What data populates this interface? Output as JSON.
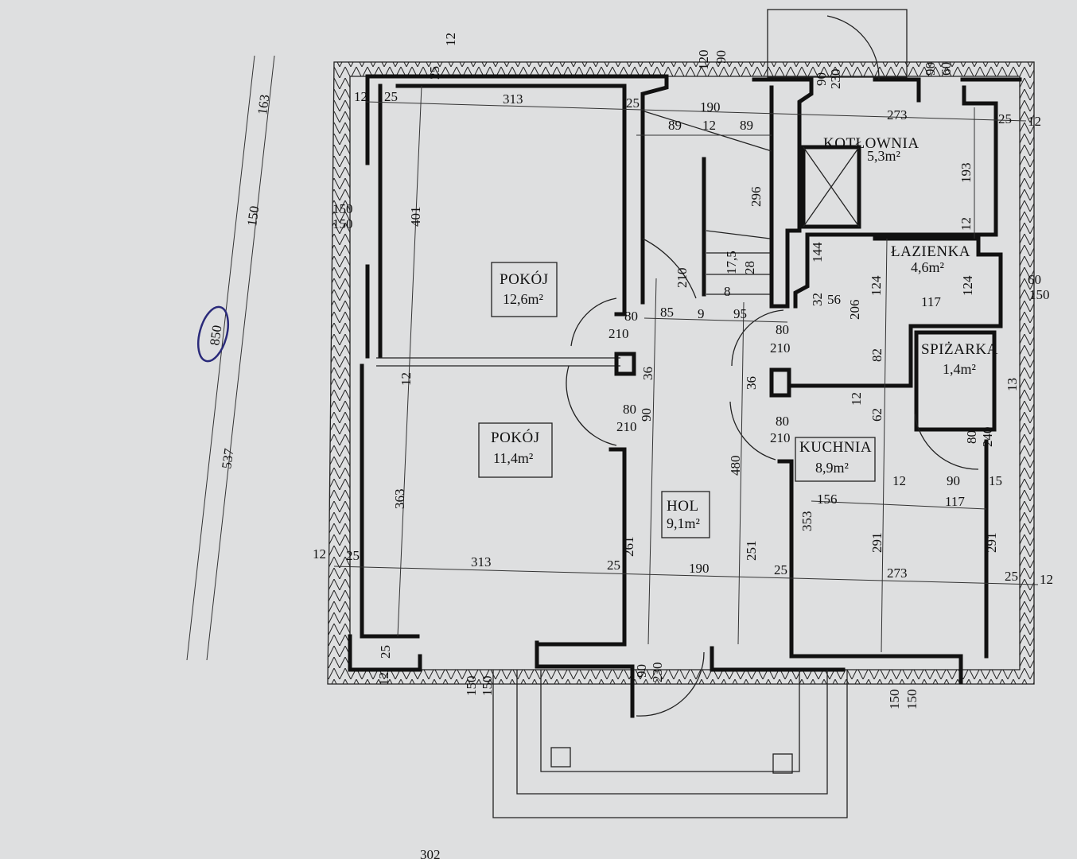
{
  "colors": {
    "paper": "#dedfe0",
    "ink": "#111111",
    "annotation_circle": "#2a2a7a"
  },
  "rooms": [
    {
      "name": "POKÓJ",
      "area": "12,6m²"
    },
    {
      "name": "POKÓJ",
      "area": "11,4m²"
    },
    {
      "name": "HOL",
      "area": "9,1m²"
    },
    {
      "name": "KOTŁOWNIA",
      "area": "5,3m²"
    },
    {
      "name": "ŁAZIENKA",
      "area": "4,6m²"
    },
    {
      "name": "SPIŻARKA",
      "area": "1,4m²"
    },
    {
      "name": "KUCHNIA",
      "area": "8,9m²"
    }
  ],
  "left_dimensions": [
    "163",
    "150",
    "850",
    "537"
  ],
  "bottom_partial": "302",
  "dimensions": [
    "12",
    "25",
    "120",
    "90",
    "313",
    "190",
    "89",
    "12",
    "89",
    "25",
    "12",
    "25",
    "273",
    "25",
    "12",
    "90",
    "230",
    "90",
    "60",
    "401",
    "150",
    "150",
    "296",
    "193",
    "12",
    "144",
    "124",
    "124",
    "206",
    "117",
    "60",
    "150",
    "210",
    "17,5",
    "28",
    "80",
    "210",
    "85",
    "95",
    "80",
    "210",
    "36",
    "36",
    "12",
    "82",
    "12",
    "62",
    "80",
    "210",
    "90",
    "80",
    "210",
    "80",
    "240",
    "13",
    "363",
    "480",
    "156",
    "12",
    "90",
    "15",
    "117",
    "353",
    "291",
    "291",
    "261",
    "251",
    "12",
    "25",
    "313",
    "25",
    "190",
    "25",
    "273",
    "25",
    "12",
    "25",
    "12",
    "90",
    "230",
    "150",
    "150",
    "150",
    "150",
    "32",
    "56",
    "9",
    "8"
  ]
}
